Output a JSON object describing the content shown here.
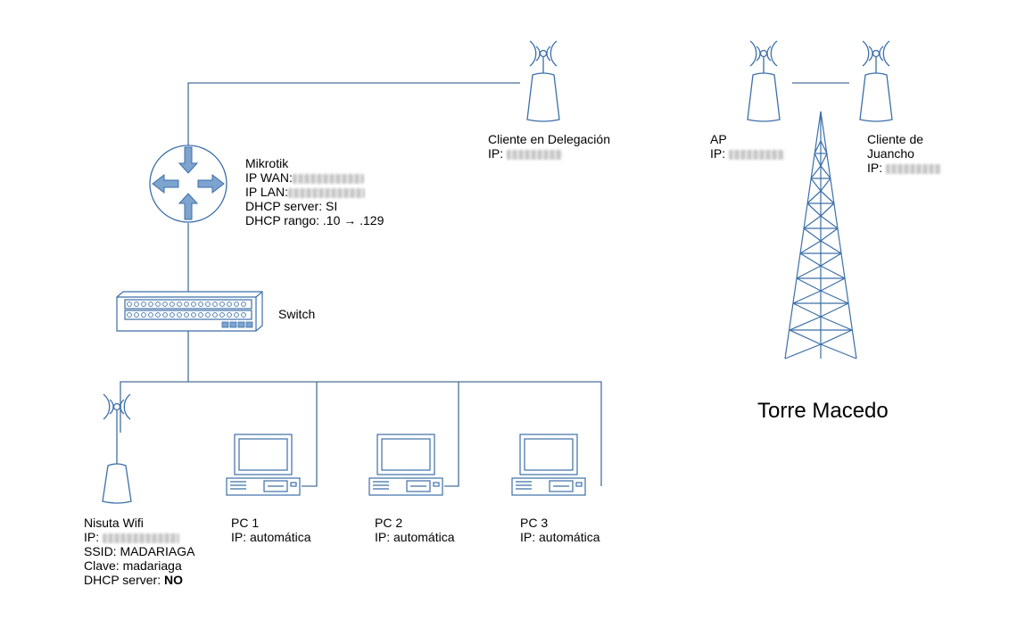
{
  "mikrotik": {
    "name": "Mikrotik",
    "wan_label": "IP WAN:",
    "lan_label": "IP LAN:",
    "dhcp_server": "DHCP server: SI",
    "dhcp_range": "DHCP rango: .10 → .129"
  },
  "switch": {
    "label": "Switch"
  },
  "delegacion": {
    "name": "Cliente en Delegación",
    "ip_label": "IP:"
  },
  "ap": {
    "name": "AP",
    "ip_label": "IP:"
  },
  "juancho": {
    "name_line1": "Cliente de",
    "name_line2": "Juancho",
    "ip_label": "IP:"
  },
  "tower": {
    "label": "Torre Macedo"
  },
  "nisuta": {
    "name": "Nisuta Wifi",
    "ip_label": "IP:",
    "ssid": "SSID: MADARIAGA",
    "clave": "Clave: madariaga",
    "dhcp_prefix": "DHCP server: ",
    "dhcp_value": "NO"
  },
  "pcs": [
    {
      "name": "PC 1",
      "ip": "IP: automática"
    },
    {
      "name": "PC 2",
      "ip": "IP: automática"
    },
    {
      "name": "PC 3",
      "ip": "IP: automática"
    }
  ],
  "colors": {
    "stroke": "#3c6fa8",
    "router_fill": "#7da3cf",
    "line": "#4a6f9a"
  }
}
